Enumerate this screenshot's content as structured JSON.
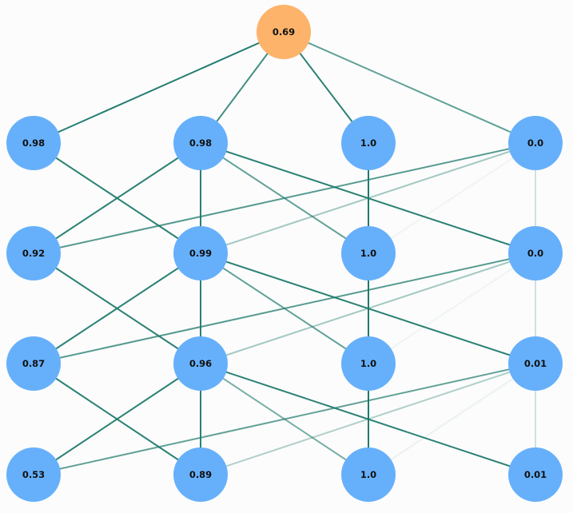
{
  "diagram": {
    "type": "network-graph",
    "colors": {
      "background": "#fcfcfc",
      "root_node": "#fdb36a",
      "node": "#66b0fb",
      "label": "#111111",
      "edge": "#1f7a6c"
    }
  },
  "nodes": [
    {
      "id": "root",
      "label": "0.69",
      "kind": "root"
    },
    {
      "id": "r1c1",
      "label": "0.98"
    },
    {
      "id": "r1c2",
      "label": "0.98"
    },
    {
      "id": "r1c3",
      "label": "1.0"
    },
    {
      "id": "r1c4",
      "label": "0.0"
    },
    {
      "id": "r2c1",
      "label": "0.92"
    },
    {
      "id": "r2c2",
      "label": "0.99"
    },
    {
      "id": "r2c3",
      "label": "1.0"
    },
    {
      "id": "r2c4",
      "label": "0.0"
    },
    {
      "id": "r3c1",
      "label": "0.87"
    },
    {
      "id": "r3c2",
      "label": "0.96"
    },
    {
      "id": "r3c3",
      "label": "1.0"
    },
    {
      "id": "r3c4",
      "label": "0.01"
    },
    {
      "id": "r4c1",
      "label": "0.53"
    },
    {
      "id": "r4c2",
      "label": "0.89"
    },
    {
      "id": "r4c3",
      "label": "1.0"
    },
    {
      "id": "r4c4",
      "label": "0.01"
    }
  ],
  "edges": [
    {
      "from": "root",
      "to": "r1c1",
      "strength": 0.98
    },
    {
      "from": "root",
      "to": "r1c2",
      "strength": 0.85
    },
    {
      "from": "root",
      "to": "r1c3",
      "strength": 0.95
    },
    {
      "from": "root",
      "to": "r1c4",
      "strength": 0.7
    },
    {
      "from": "r1c1",
      "to": "r2c2",
      "strength": 0.95
    },
    {
      "from": "r1c2",
      "to": "r2c1",
      "strength": 0.95
    },
    {
      "from": "r1c2",
      "to": "r2c2",
      "strength": 0.95
    },
    {
      "from": "r1c2",
      "to": "r2c3",
      "strength": 0.7
    },
    {
      "from": "r1c2",
      "to": "r2c4",
      "strength": 0.95
    },
    {
      "from": "r1c3",
      "to": "r2c3",
      "strength": 1.0
    },
    {
      "from": "r1c4",
      "to": "r2c1",
      "strength": 0.75
    },
    {
      "from": "r1c4",
      "to": "r2c2",
      "strength": 0.4
    },
    {
      "from": "r1c4",
      "to": "r2c3",
      "strength": 0.06
    },
    {
      "from": "r1c4",
      "to": "r2c4",
      "strength": 0.2
    },
    {
      "from": "r2c1",
      "to": "r3c2",
      "strength": 0.95
    },
    {
      "from": "r2c2",
      "to": "r3c1",
      "strength": 0.95
    },
    {
      "from": "r2c2",
      "to": "r3c2",
      "strength": 0.95
    },
    {
      "from": "r2c2",
      "to": "r3c3",
      "strength": 0.7
    },
    {
      "from": "r2c2",
      "to": "r3c4",
      "strength": 0.95
    },
    {
      "from": "r2c3",
      "to": "r3c3",
      "strength": 1.0
    },
    {
      "from": "r2c4",
      "to": "r3c1",
      "strength": 0.75
    },
    {
      "from": "r2c4",
      "to": "r3c2",
      "strength": 0.4
    },
    {
      "from": "r2c4",
      "to": "r3c3",
      "strength": 0.06
    },
    {
      "from": "r2c4",
      "to": "r3c4",
      "strength": 0.2
    },
    {
      "from": "r3c1",
      "to": "r4c2",
      "strength": 0.95
    },
    {
      "from": "r3c2",
      "to": "r4c1",
      "strength": 0.95
    },
    {
      "from": "r3c2",
      "to": "r4c2",
      "strength": 0.95
    },
    {
      "from": "r3c2",
      "to": "r4c3",
      "strength": 0.6
    },
    {
      "from": "r3c2",
      "to": "r4c4",
      "strength": 0.95
    },
    {
      "from": "r3c3",
      "to": "r4c3",
      "strength": 1.0
    },
    {
      "from": "r3c4",
      "to": "r4c1",
      "strength": 0.7
    },
    {
      "from": "r3c4",
      "to": "r4c2",
      "strength": 0.35
    },
    {
      "from": "r3c4",
      "to": "r4c3",
      "strength": 0.08
    },
    {
      "from": "r3c4",
      "to": "r4c4",
      "strength": 0.2
    }
  ]
}
